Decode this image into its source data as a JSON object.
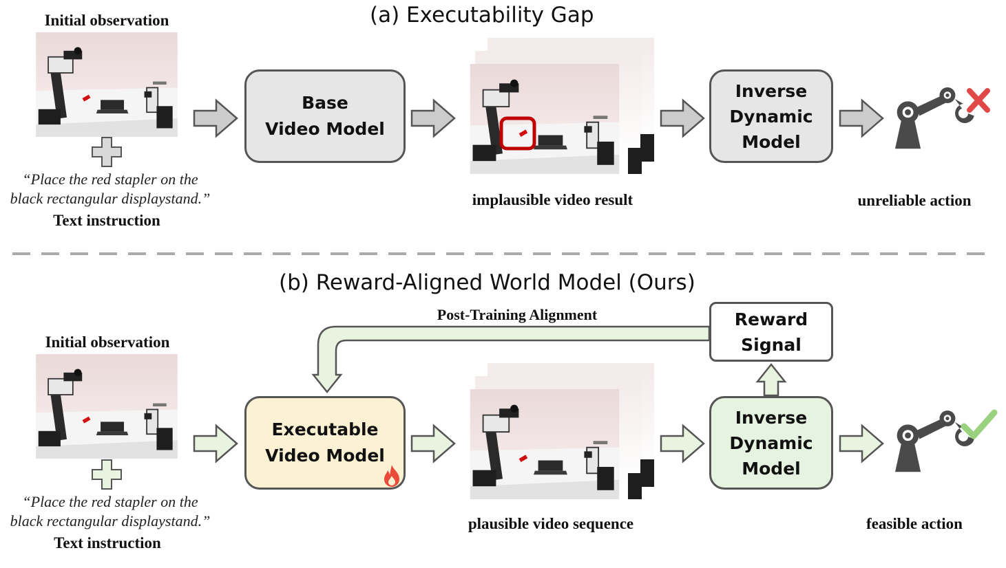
{
  "top": {
    "title": "(a) Executability Gap",
    "initial_observation_label": "Initial observation",
    "instruction_line1": "“Place the red stapler on the",
    "instruction_line2": "black rectangular displaystand.”",
    "text_instruction_label": "Text instruction",
    "base_model_line1": "Base",
    "base_model_line2": "Video Model",
    "video_result_label": "implausible video result",
    "idm_line1": "Inverse",
    "idm_line2": "Dynamic",
    "idm_line3": "Model",
    "action_label": "unreliable action"
  },
  "bottom": {
    "title": "(b) Reward-Aligned World Model (Ours)",
    "initial_observation_label": "Initial observation",
    "instruction_line1": "“Place the red stapler on the",
    "instruction_line2": "black rectangular displaystand.”",
    "text_instruction_label": "Text instruction",
    "exec_model_line1": "Executable",
    "exec_model_line2": "Video Model",
    "video_result_label": "plausible video sequence",
    "idm_line1": "Inverse",
    "idm_line2": "Dynamic",
    "idm_line3": "Model",
    "reward_line1": "Reward",
    "reward_line2": "Signal",
    "alignment_label": "Post-Training Alignment",
    "action_label": "feasible action"
  },
  "colors": {
    "gray_box": "#e6e6e6",
    "exec_box": "#fdf1d4",
    "green_box": "#e6f3e1",
    "arrow_gray": "#cccccc",
    "arrow_green": "#e9f4e0",
    "highlight_red": "#c00000",
    "cross_red": "#e04848",
    "check_green": "#9ad17f"
  }
}
